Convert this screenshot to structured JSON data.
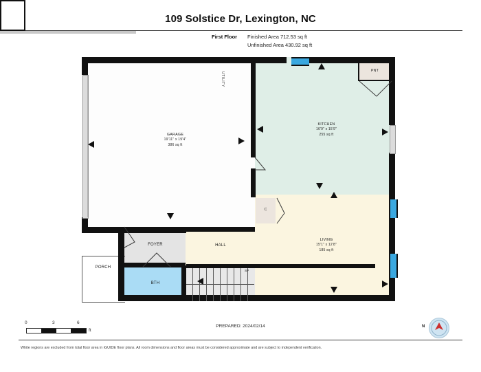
{
  "header": {
    "title": "109 Solstice Dr, Lexington, NC",
    "floor_label": "First Floor",
    "finished_area": "Finished Area 712.53 sq ft",
    "unfinished_area": "Unfinished Area 430.92 sq ft"
  },
  "rooms": [
    {
      "key": "garage",
      "name": "GARAGE",
      "dimensions": "19'11\" x 19'4\"",
      "area": "386 sq ft",
      "fill": "#fdfdfd"
    },
    {
      "key": "kitchen",
      "name": "KITCHEN",
      "dimensions": "16'9\" x 15'9\"",
      "area": "255 sq ft",
      "fill": "#dfeee7"
    },
    {
      "key": "living",
      "name": "LIVING",
      "dimensions": "15'1\" x 12'8\"",
      "area": "185 sq ft",
      "fill": "#fbf5e0"
    },
    {
      "key": "hall",
      "name": "HALL",
      "dimensions": "",
      "area": "",
      "fill": "#fbf5e0"
    },
    {
      "key": "foyer",
      "name": "FOYER",
      "dimensions": "",
      "area": "",
      "fill": "#e4e4e4"
    },
    {
      "key": "bth",
      "name": "BTH",
      "dimensions": "",
      "area": "",
      "fill": "#aadcf5"
    },
    {
      "key": "porch",
      "name": "PORCH",
      "dimensions": "",
      "area": "",
      "fill": "#ffffff"
    },
    {
      "key": "pnt",
      "name": "PNT",
      "dimensions": "",
      "area": "",
      "fill": "#ece5de"
    },
    {
      "key": "closet",
      "name": "C",
      "dimensions": "",
      "area": "",
      "fill": "#ece5de"
    },
    {
      "key": "utility",
      "name": "UTILITY",
      "dimensions": "",
      "area": "",
      "fill": "#ffffff"
    }
  ],
  "stairs": {
    "label": "SP"
  },
  "scale": {
    "ticks": [
      "0",
      "3",
      "6"
    ],
    "unit": "ft"
  },
  "footer": {
    "prepared": "PREPARED: 2024/02/14",
    "disclaimer": "White regions are excluded from total floor area in iGUIDE floor plans. All room dimensions and floor areas must be considered approximate and are subject to independent verification."
  },
  "compass": {
    "label": "N"
  },
  "colors": {
    "kitchen_fill": "#dfeee7",
    "living_fill": "#fbf5e0",
    "bath_fill": "#aadcf5",
    "foyer_fill": "#e4e4e4",
    "closet_fill": "#ece5de",
    "window_blue": "#3aa8e0",
    "wall_black": "#111111",
    "compass_red": "#cc2f2f"
  }
}
